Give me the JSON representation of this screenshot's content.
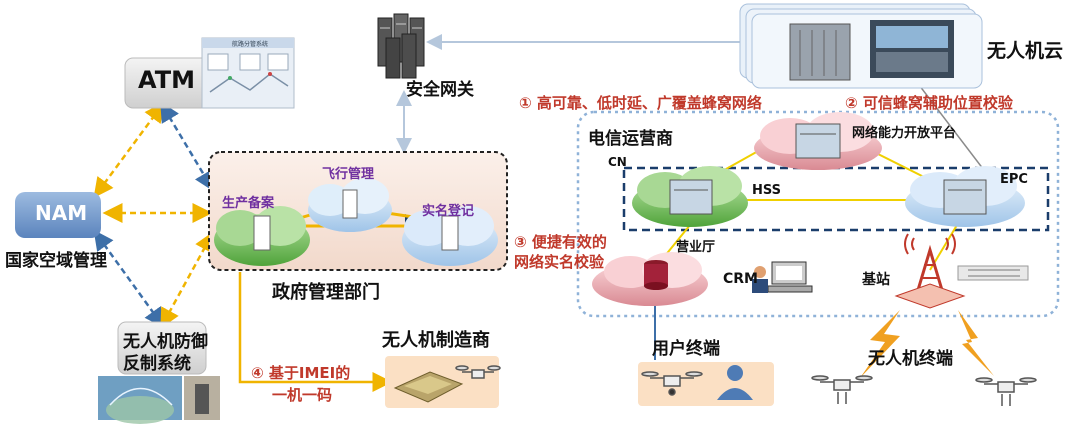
{
  "left": {
    "atm": "ATM",
    "nam": "NAM",
    "nam_caption": "国家空域管理",
    "defense_line1": "无人机防御",
    "defense_line2": "反制系统"
  },
  "center": {
    "gateway": "安全网关",
    "gov_caption": "政府管理部门",
    "flight_mgmt": "飞行管理",
    "production_filing": "生产备案",
    "realname_reg": "实名登记",
    "manufacturer": "无人机制造商",
    "atm_screen_title": "航路分管系统"
  },
  "right": {
    "cloud": "无人机云",
    "operator": "电信运营商",
    "platform": "网络能力开放平台",
    "cn": "CN",
    "hss": "HSS",
    "epc": "EPC",
    "business_hall": "营业厅",
    "crm": "CRM",
    "base_station": "基站",
    "user_terminal": "用户终端",
    "drone_terminal": "无人机终端"
  },
  "notes": {
    "n1": "① 高可靠、低时延、广覆盖蜂窝网络",
    "n2": "② 可信蜂窝辅助位置校验",
    "n3_line1": "③ 便捷有效的",
    "n3_line2": "网络实名校验",
    "n4_line1": "④ 基于IMEI的",
    "n4_line2": "一机一码"
  },
  "colors": {
    "red_note": "#c0392b",
    "gov_box_fill": "#f7e6dc",
    "arrow_blue": "#3d6fa8",
    "arrow_orange": "#f0b400",
    "green_cloud": "#6abd52",
    "pink_cloud": "#e7a0a8",
    "blue_cloud": "#bcd7ef"
  }
}
